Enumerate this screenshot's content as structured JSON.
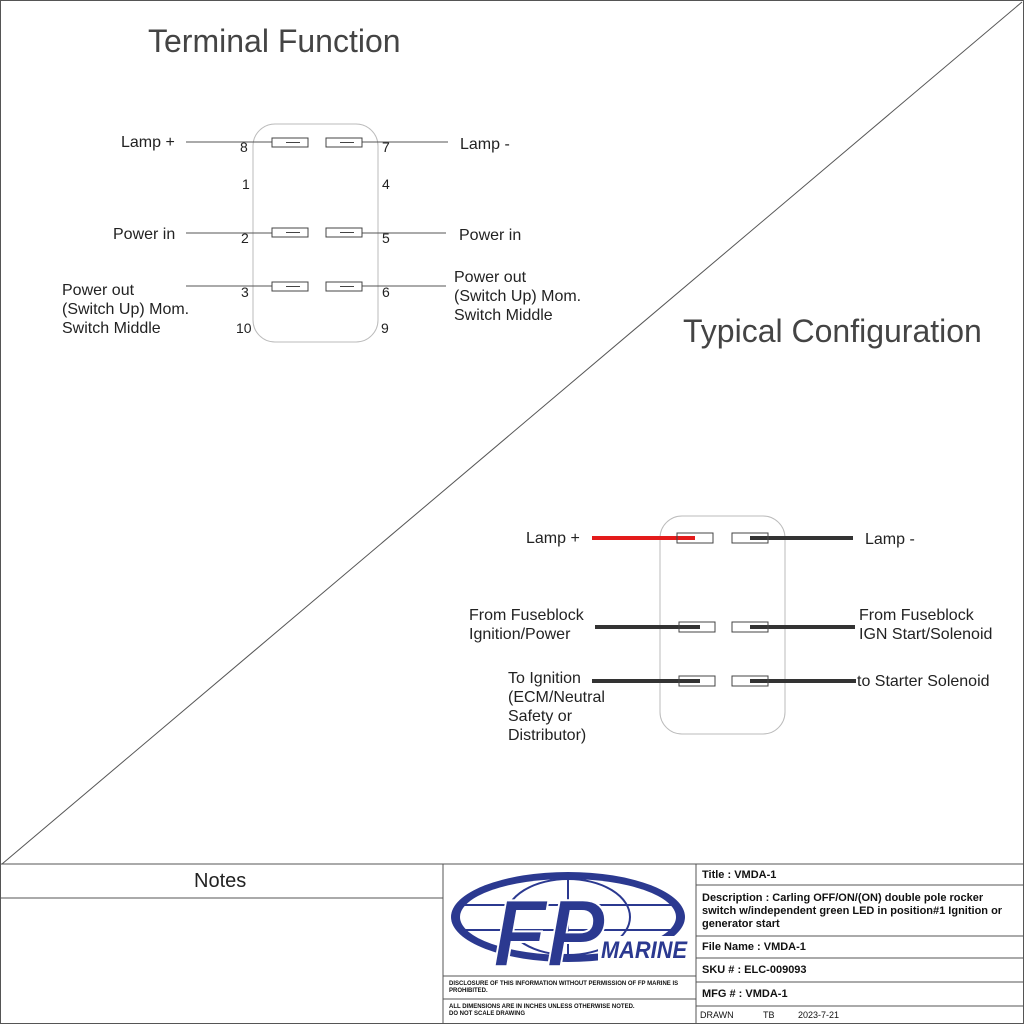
{
  "terminal_function": {
    "title": "Terminal Function",
    "labels": {
      "lamp_plus": "Lamp +",
      "lamp_minus": "Lamp -",
      "power_in_left": "Power in",
      "power_in_right": "Power in",
      "power_out_left": [
        "Power out",
        "(Switch Up) Mom.",
        "Switch Middle"
      ],
      "power_out_right": [
        "Power out",
        "(Switch Up) Mom.",
        "Switch Middle"
      ]
    },
    "pins": {
      "p8": "8",
      "p7": "7",
      "p1": "1",
      "p4": "4",
      "p2": "2",
      "p5": "5",
      "p3": "3",
      "p6": "6",
      "p10": "10",
      "p9": "9"
    }
  },
  "typical_configuration": {
    "title": "Typical Configuration",
    "labels": {
      "lamp_plus": "Lamp +",
      "lamp_minus": "Lamp -",
      "from_fuse_left": [
        "From Fuseblock",
        "Ignition/Power"
      ],
      "from_fuse_right": [
        "From Fuseblock",
        "IGN Start/Solenoid"
      ],
      "to_ignition": [
        "To Ignition",
        "(ECM/Neutral",
        "Safety or",
        "Distributor)"
      ],
      "to_starter": "to Starter Solenoid"
    },
    "colors": {
      "lamp_plus_wire": "#e31b1b",
      "wire": "#333333"
    }
  },
  "title_block": {
    "notes_label": "Notes",
    "logo": {
      "fp": "FP",
      "marine": "MARINE",
      "color": "#2b3990"
    },
    "disclosure": "DISCLOSURE OF THIS INFORMATION WITHOUT PERMISSION OF FP MARINE IS PROHIBITED.",
    "dimensions_note": [
      "ALL DIMENSIONS ARE IN INCHES UNLESS OTHERWISE NOTED.",
      "DO NOT SCALE DRAWING"
    ],
    "title": "Title : VMDA-1",
    "description": [
      "Description :  Carling OFF/ON/(ON) double pole rocker",
      "switch w/independent green LED in position#1 Ignition or",
      "generator start"
    ],
    "file_name": "File Name : VMDA-1",
    "sku": "SKU # : ELC-009093",
    "mfg": "MFG # : VMDA-1",
    "drawn_label": "DRAWN",
    "drawn_by": "TB",
    "date": "2023-7-21"
  }
}
